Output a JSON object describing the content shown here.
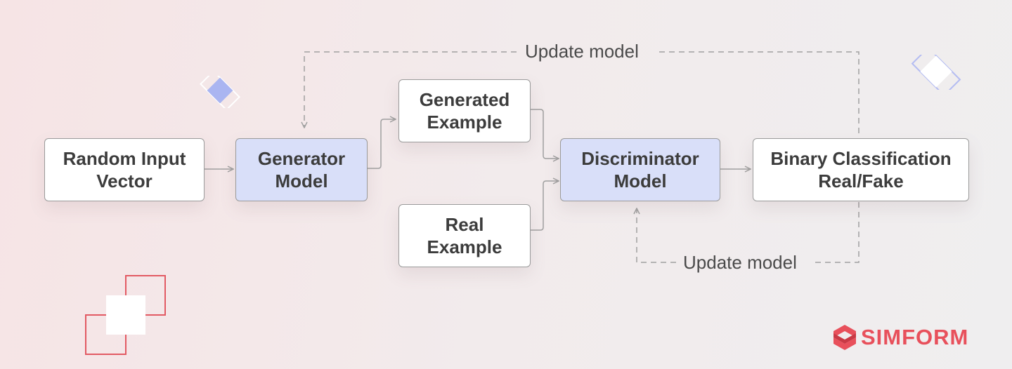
{
  "nodes": {
    "random_input": [
      "Random Input",
      "Vector"
    ],
    "generator": [
      "Generator",
      "Model"
    ],
    "generated_example": [
      "Generated",
      "Example"
    ],
    "real_example": [
      "Real",
      "Example"
    ],
    "discriminator": [
      "Discriminator",
      "Model"
    ],
    "classification": [
      "Binary Classification",
      "Real/Fake"
    ]
  },
  "edge_labels": {
    "update_generator": "Update model",
    "update_discriminator": "Update model"
  },
  "brand": {
    "name": "SIMFORM",
    "color": "#e8505b"
  },
  "colors": {
    "model_fill": "#d9dff9",
    "node_fill": "#ffffff",
    "connector": "#a0a0a0",
    "accent_blue": "#a9b5f0",
    "accent_red": "#e8505b"
  }
}
